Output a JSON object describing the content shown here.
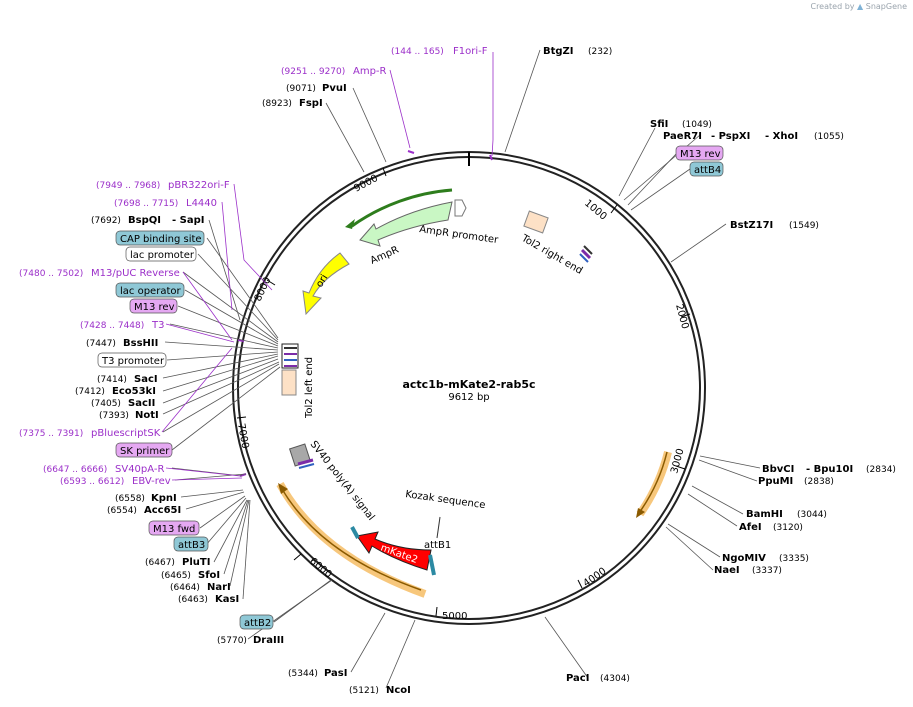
{
  "watermark": {
    "prefix": "Created by",
    "brand": "SnapGene"
  },
  "plasmid": {
    "name": "actc1b-mKate2-rab5c",
    "length_label": "9612 bp",
    "length_bp": 9612
  },
  "ticks": [
    "1000",
    "2000",
    "3000",
    "4000",
    "5000",
    "6000",
    "7000",
    "8000",
    "9000"
  ],
  "enzymes": [
    {
      "name": "BtgZI",
      "pos": "(232)"
    },
    {
      "name": "SfiI",
      "pos": "(1049)"
    },
    {
      "name": "PaeR7I",
      "extra": [
        "PspXI",
        "XhoI"
      ],
      "pos": "(1055)"
    },
    {
      "name": "BstZ17I",
      "pos": "(1549)"
    },
    {
      "name": "BbvCI",
      "extra": [
        "Bpu10I"
      ],
      "pos": "(2834)"
    },
    {
      "name": "PpuMI",
      "pos": "(2838)"
    },
    {
      "name": "BamHI",
      "pos": "(3044)"
    },
    {
      "name": "AfeI",
      "pos": "(3120)"
    },
    {
      "name": "NgoMIV",
      "pos": "(3335)"
    },
    {
      "name": "NaeI",
      "pos": "(3337)"
    },
    {
      "name": "PacI",
      "pos": "(4304)"
    },
    {
      "name": "NcoI",
      "pos": "(5121)"
    },
    {
      "name": "PasI",
      "pos": "(5344)"
    },
    {
      "name": "DraIII",
      "pos": "(5770)"
    },
    {
      "name": "KasI",
      "pos": "(6463)"
    },
    {
      "name": "NarI",
      "pos": "(6464)"
    },
    {
      "name": "SfoI",
      "pos": "(6465)"
    },
    {
      "name": "PluTI",
      "pos": "(6467)"
    },
    {
      "name": "Acc65I",
      "pos": "(6554)"
    },
    {
      "name": "KpnI",
      "pos": "(6558)"
    },
    {
      "name": "NotI",
      "pos": "(7393)"
    },
    {
      "name": "SacII",
      "pos": "(7405)"
    },
    {
      "name": "Eco53kI",
      "pos": "(7412)"
    },
    {
      "name": "SacI",
      "pos": "(7414)"
    },
    {
      "name": "BssHII",
      "pos": "(7447)"
    },
    {
      "name": "BspQI",
      "extra": [
        "SapI"
      ],
      "pos": "(7692)"
    },
    {
      "name": "FspI",
      "pos": "(8923)"
    },
    {
      "name": "PvuI",
      "pos": "(9071)"
    }
  ],
  "primers": [
    {
      "name": "F1ori-F",
      "range": "(144 .. 165)"
    },
    {
      "name": "Amp-R",
      "range": "(9251 .. 9270)"
    },
    {
      "name": "pBR322ori-F",
      "range": "(7949 .. 7968)"
    },
    {
      "name": "L4440",
      "range": "(7698 .. 7715)"
    },
    {
      "name": "M13/pUC Reverse",
      "range": "(7480 .. 7502)"
    },
    {
      "name": "T3",
      "range": "(7428 .. 7448)"
    },
    {
      "name": "pBluescriptSK",
      "range": "(7375 .. 7391)"
    },
    {
      "name": "SV40pA-R",
      "range": "(6647 .. 6666)"
    },
    {
      "name": "EBV-rev",
      "range": "(6593 .. 6612)"
    }
  ],
  "boxes": {
    "m13_rev_right": "M13 rev",
    "attb4": "attB4",
    "cap_site": "CAP binding site",
    "lac_promoter": "lac promoter",
    "lac_operator": "lac operator",
    "m13_rev_left": "M13 rev",
    "t3_promoter": "T3 promoter",
    "sk_primer": "SK primer",
    "m13_fwd": "M13 fwd",
    "attb3": "attB3",
    "attb2": "attB2"
  },
  "features": {
    "ampr_promoter": "AmpR promoter",
    "ampr": "AmpR",
    "ori": "ori",
    "tol2_right": "Tol2 right end",
    "tol2_left": "Tol2 left end",
    "sv40": "SV40 poly(A) signal",
    "kozak": "Kozak sequence",
    "attb1": "attB1",
    "mkate2": "mKate2"
  },
  "colors": {
    "primer": "#9b2fc9",
    "feature_box": "#8fc8d6",
    "primer_box": "#e5a8f2",
    "ampr": "#c9f7c4",
    "ori": "#ffff00",
    "mkate2": "#ff0000",
    "tol2": "#fde1c6",
    "misc": "#f7c77c"
  }
}
